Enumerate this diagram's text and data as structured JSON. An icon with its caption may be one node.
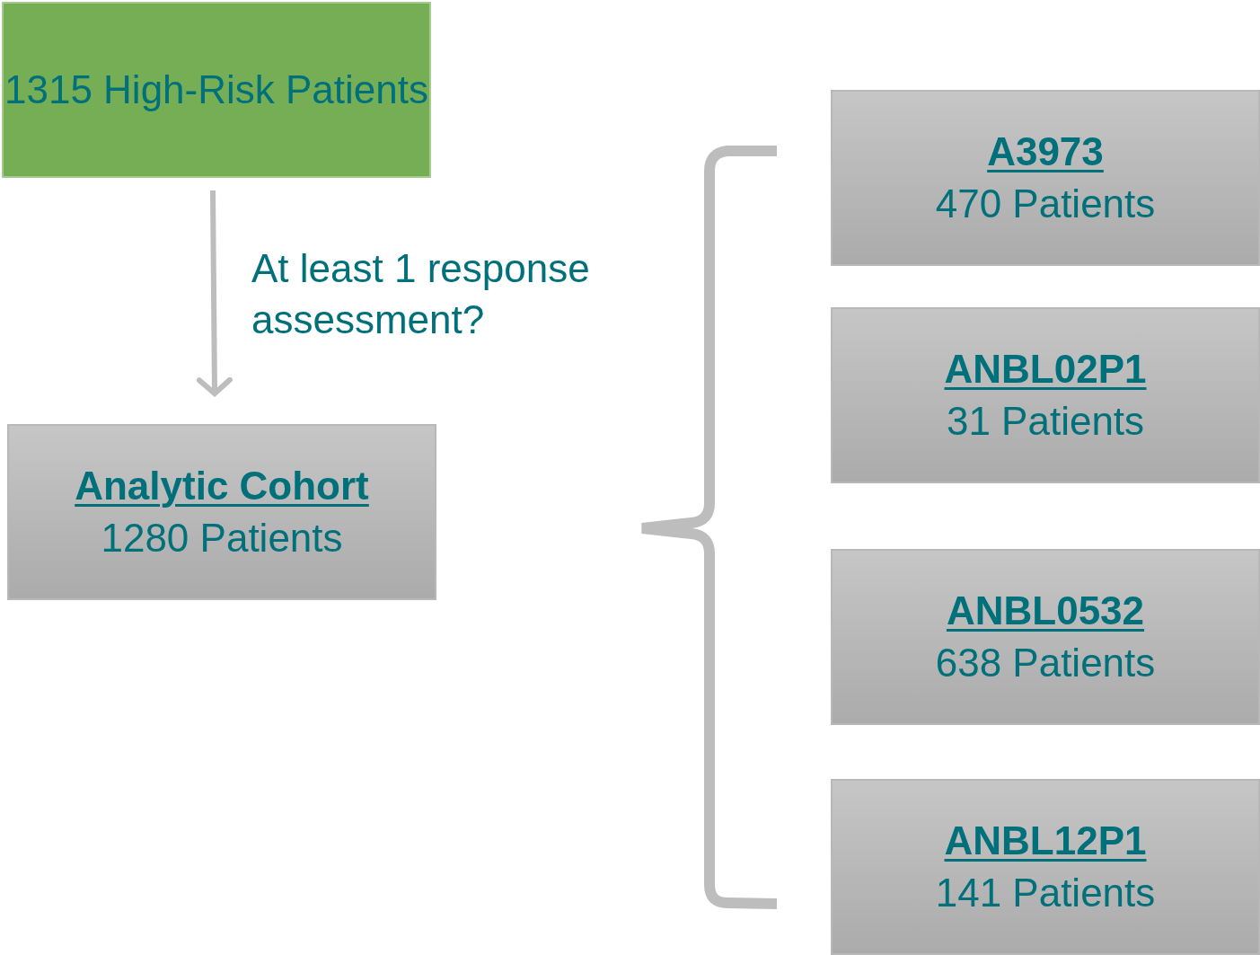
{
  "diagram": {
    "nodes": [
      {
        "text": [
          "1315 High-Risk Patients"
        ]
      },
      {
        "text": [
          "Analytic Cohort",
          "1280 Patients"
        ]
      },
      {
        "text": [
          "A3973",
          "470 Patients"
        ]
      },
      {
        "text": [
          "ANBL02P1",
          "31 Patients"
        ]
      },
      {
        "text": [
          "ANBL0532",
          "638 Patients"
        ]
      },
      {
        "text": [
          "ANBL12P1",
          "141 Patients"
        ]
      }
    ],
    "edges": [
      {
        "from": 0,
        "to": 1,
        "arrow": "to",
        "label": "At least 1 response assessment?"
      }
    ]
  }
}
